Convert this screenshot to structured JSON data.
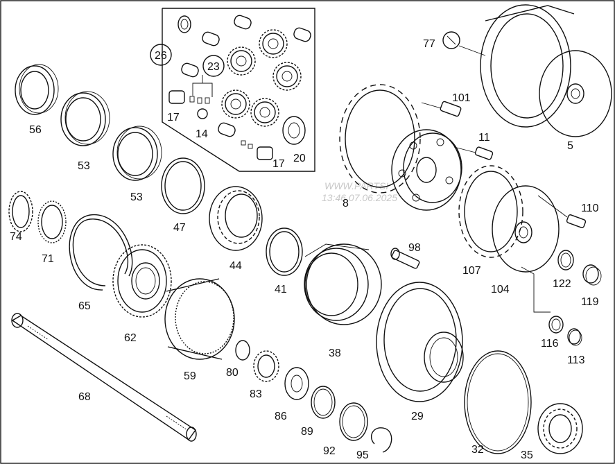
{
  "diagram": {
    "watermark": [
      "WWW.PARTSI",
      "13:46 07.06.2025"
    ],
    "parts": [
      {
        "id": "p26",
        "label": "26",
        "circled": true
      },
      {
        "id": "p23",
        "label": "23",
        "circled": true
      },
      {
        "id": "p17a",
        "label": "17"
      },
      {
        "id": "p14",
        "label": "14"
      },
      {
        "id": "p17b",
        "label": "17"
      },
      {
        "id": "p20",
        "label": "20"
      },
      {
        "id": "p56",
        "label": "56"
      },
      {
        "id": "p53a",
        "label": "53"
      },
      {
        "id": "p53b",
        "label": "53"
      },
      {
        "id": "p47",
        "label": "47"
      },
      {
        "id": "p44",
        "label": "44"
      },
      {
        "id": "p41",
        "label": "41"
      },
      {
        "id": "p38",
        "label": "38"
      },
      {
        "id": "p74",
        "label": "74"
      },
      {
        "id": "p71",
        "label": "71"
      },
      {
        "id": "p65",
        "label": "65"
      },
      {
        "id": "p62",
        "label": "62"
      },
      {
        "id": "p59",
        "label": "59"
      },
      {
        "id": "p80",
        "label": "80"
      },
      {
        "id": "p83",
        "label": "83"
      },
      {
        "id": "p86",
        "label": "86"
      },
      {
        "id": "p89",
        "label": "89"
      },
      {
        "id": "p92",
        "label": "92"
      },
      {
        "id": "p95",
        "label": "95"
      },
      {
        "id": "p68",
        "label": "68"
      },
      {
        "id": "p77",
        "label": "77"
      },
      {
        "id": "p5",
        "label": "5"
      },
      {
        "id": "p101",
        "label": "101"
      },
      {
        "id": "p11",
        "label": "11"
      },
      {
        "id": "p8",
        "label": "8"
      },
      {
        "id": "p110",
        "label": "110"
      },
      {
        "id": "p107",
        "label": "107"
      },
      {
        "id": "p104",
        "label": "104"
      },
      {
        "id": "p122",
        "label": "122"
      },
      {
        "id": "p119",
        "label": "119"
      },
      {
        "id": "p98",
        "label": "98"
      },
      {
        "id": "p116",
        "label": "116"
      },
      {
        "id": "p113",
        "label": "113"
      },
      {
        "id": "p29",
        "label": "29"
      },
      {
        "id": "p32",
        "label": "32"
      },
      {
        "id": "p35",
        "label": "35"
      }
    ]
  }
}
